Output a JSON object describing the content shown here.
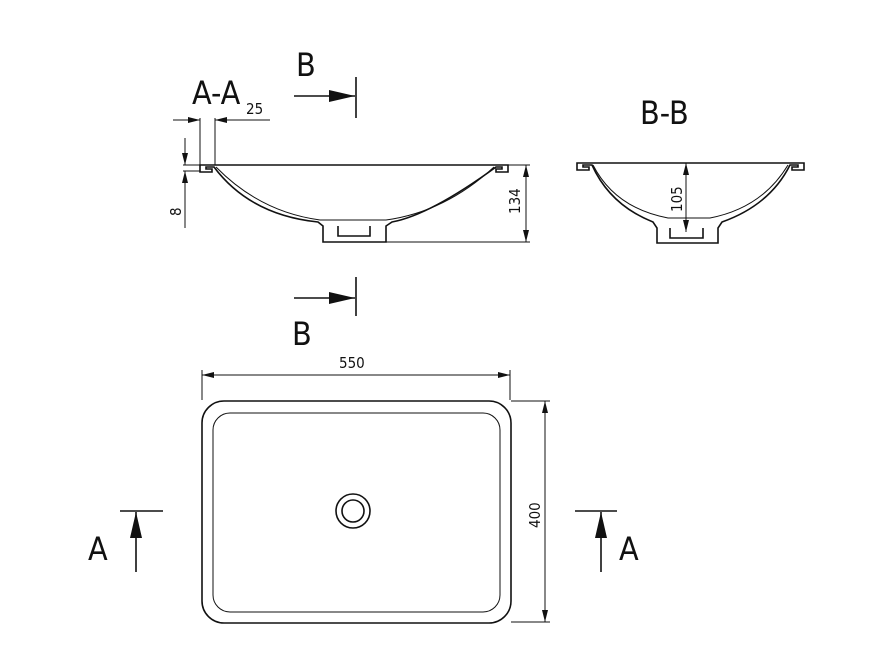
{
  "labels": {
    "section_aa": "A-A",
    "section_bb": "B-B",
    "cut_b_top": "B",
    "cut_b_bottom": "B",
    "cut_a_left": "A",
    "cut_a_right": "A"
  },
  "dimensions": {
    "rim_width": "25",
    "rim_thickness": "8",
    "total_height": "134",
    "bowl_depth": "105",
    "length": "550",
    "width": "400"
  }
}
